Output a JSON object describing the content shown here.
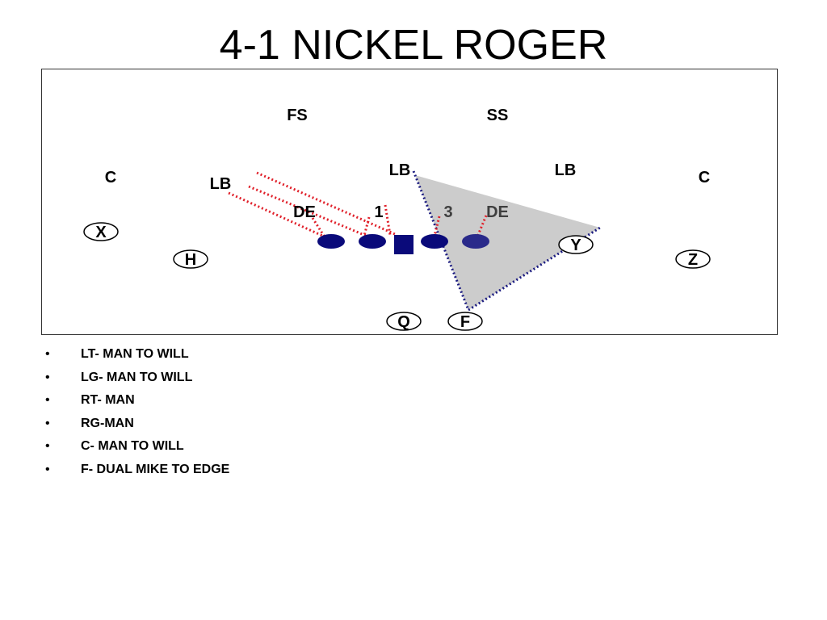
{
  "slide": {
    "title": "4-1 NICKEL ROGER"
  },
  "diagram": {
    "defense_labels": {
      "fs": "FS",
      "ss": "SS",
      "lb_mid": "LB",
      "lb_right": "LB",
      "lb_left": "LB",
      "c_left": "C",
      "c_right": "C",
      "de_left": "DE",
      "de_right": "DE",
      "tech_1": "1",
      "tech_3": "3"
    },
    "offense_labels": {
      "x": "X",
      "h": "H",
      "y": "Y",
      "z": "Z",
      "q": "Q",
      "f": "F"
    },
    "colors": {
      "lineman": "#0a0a7a",
      "assignment_line": "#e0202a",
      "read_line": "#1a1a80",
      "zone_fill": "#cccccc"
    }
  },
  "assignments": [
    "LT- MAN TO WILL",
    "LG- MAN TO WILL",
    "RT- MAN",
    "RG-MAN",
    "C- MAN TO WILL",
    "F- DUAL MIKE TO EDGE"
  ]
}
